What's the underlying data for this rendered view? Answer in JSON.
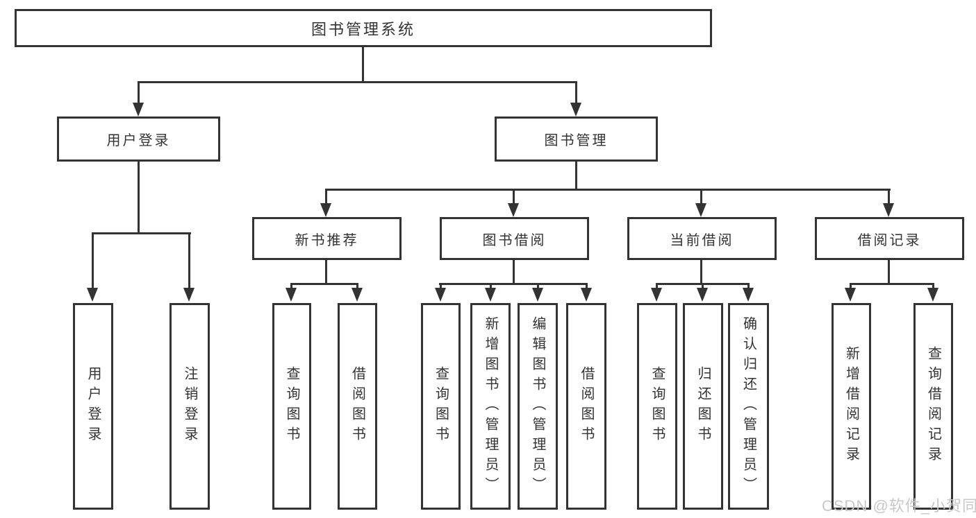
{
  "title": "图书管理系统",
  "level2": {
    "user_login": {
      "label": "用户登录"
    },
    "book_mgmt": {
      "label": "图书管理"
    }
  },
  "level3": {
    "new_books": {
      "label": "新书推荐"
    },
    "book_borrow": {
      "label": "图书借阅"
    },
    "current_borrow": {
      "label": "当前借阅"
    },
    "borrow_records": {
      "label": "借阅记录"
    }
  },
  "leaves": {
    "user_login": [
      "用户登录",
      "注销登录"
    ],
    "new_books": [
      "查询图书",
      "借阅图书"
    ],
    "book_borrow": [
      "查询图书",
      "新增图书（管理员）",
      "编辑图书（管理员）",
      "借阅图书"
    ],
    "current_borrow": [
      "查询图书",
      "归还图书",
      "确认归还（管理员）"
    ],
    "borrow_records": [
      "新增借阅记录",
      "查询借阅记录"
    ]
  },
  "watermark": "CSDN @软件_小贺同学",
  "colors": {
    "line": "#333333",
    "text": "#333333",
    "background": "#ffffff",
    "watermark": "#c8c8c8"
  }
}
